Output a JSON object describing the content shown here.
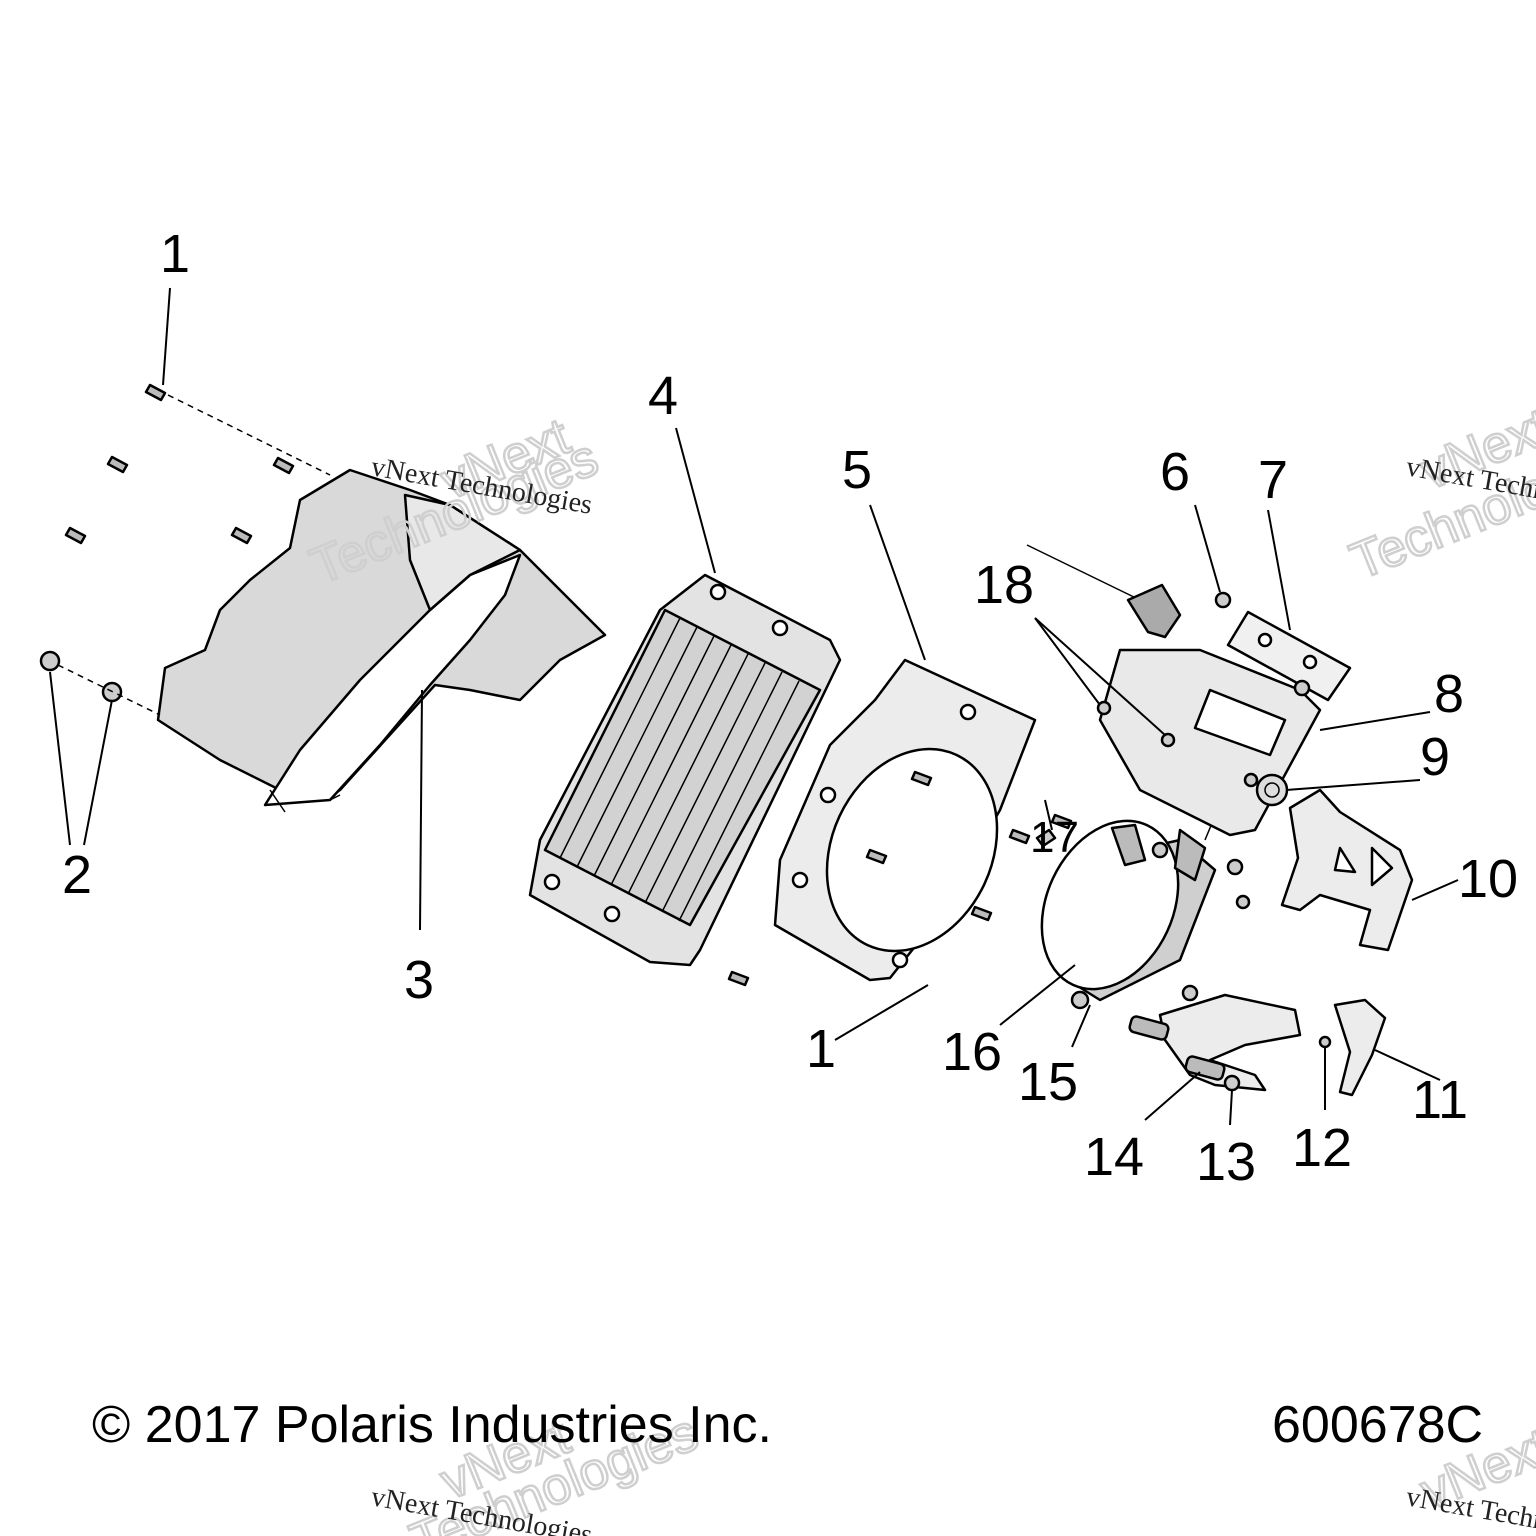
{
  "callouts": [
    "1",
    "2",
    "3",
    "4",
    "5",
    "6",
    "7",
    "18",
    "8",
    "9",
    "17",
    "10",
    "1",
    "16",
    "15",
    "11",
    "14",
    "13",
    "12"
  ],
  "watermark": {
    "line": "vNext Technologies",
    "word1": "vNext",
    "word2": "Technologies"
  },
  "footer": {
    "copyright": "© 2017 Polaris Industries Inc.",
    "code": "600678C"
  }
}
